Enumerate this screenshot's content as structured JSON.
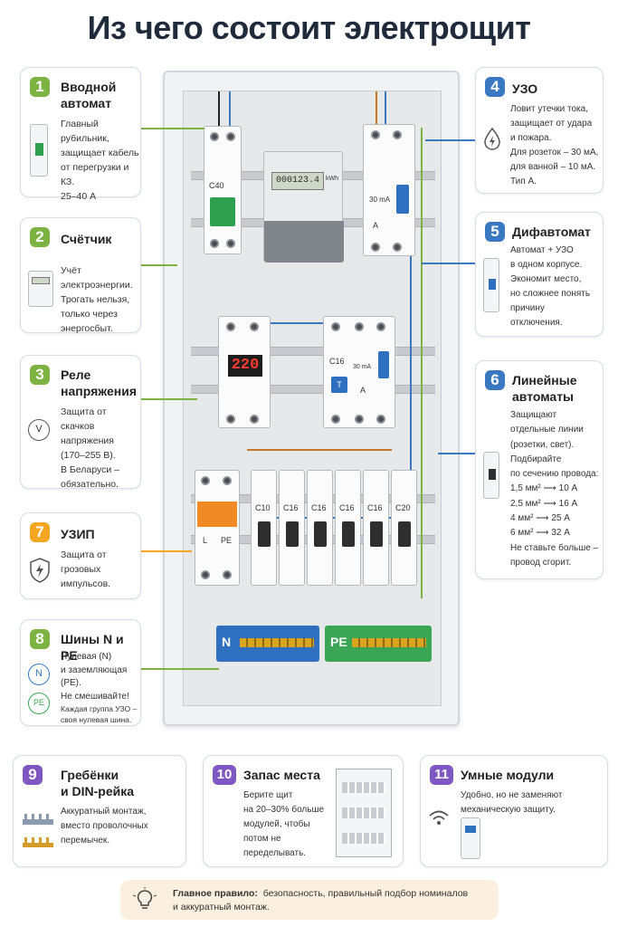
{
  "title": "Из чего состоит электрощит",
  "colors": {
    "green": "#7cb342",
    "orange": "#f5a623",
    "blue": "#3a78c2",
    "purple": "#7e57c2"
  },
  "cards": [
    {
      "num": "1",
      "title_lines": [
        "Вводной",
        "автомат"
      ],
      "desc_lines": [
        "Главный рубильник,",
        "защищает кабель",
        "от перегрузки и КЗ.",
        "25–40 А"
      ]
    },
    {
      "num": "2",
      "title_lines": [
        "Счётчик"
      ],
      "desc_lines": [
        "Учёт",
        "электроэнергии.",
        "Трогать нельзя,",
        "только через",
        "энергосбыт."
      ]
    },
    {
      "num": "3",
      "title_lines": [
        "Реле",
        "напряжения"
      ],
      "desc_lines": [
        "Защита от скачков",
        "напряжения",
        "(170–255 В).",
        "В Беларуси –",
        "обязательно."
      ]
    },
    {
      "num": "4",
      "title_lines": [
        "УЗО"
      ],
      "desc_lines": [
        "Ловит утечки тока,",
        "защищает от удара",
        "и пожара.",
        "Для розеток – 30 мА,",
        "для ванной – 10 мА.",
        "Тип А."
      ]
    },
    {
      "num": "5",
      "title_lines": [
        "Дифавтомат"
      ],
      "desc_lines": [
        "Автомат + УЗО",
        "в одном корпусе.",
        "Экономит место,",
        "но сложнее понять",
        "причину",
        "отключения."
      ]
    },
    {
      "num": "6",
      "title_lines": [
        "Линейные",
        "автоматы"
      ],
      "desc_lines": [
        "Защищают",
        "отдельные линии",
        "(розетки, свет).",
        "Подбирайте",
        "по сечению провода:",
        "1,5 мм² ⟶ 10 А",
        "2,5 мм² ⟶ 16 А",
        "4 мм² ⟶ 25 А",
        "6 мм² ⟶ 32 А",
        "Не ставьте больше –",
        "провод сгорит."
      ]
    },
    {
      "num": "7",
      "title_lines": [
        "УЗИП"
      ],
      "desc_lines": [
        "Защита от",
        "грозовых",
        "импульсов."
      ]
    },
    {
      "num": "8",
      "title_lines": [
        "Шины N и PE"
      ],
      "desc_lines": [
        "Нулевая (N)",
        "и заземляющая",
        "(PE).",
        "Не смешивайте!",
        "Каждая группа УЗО –",
        "своя нулевая шина."
      ],
      "badges": [
        "N",
        "PE"
      ]
    },
    {
      "num": "9",
      "title_lines": [
        "Гребёнки",
        "и DIN-рейка"
      ],
      "desc_lines": [
        "Аккуратный монтаж,",
        "вместо проволочных",
        "перемычек."
      ]
    },
    {
      "num": "10",
      "title_lines": [
        "Запас места"
      ],
      "desc_lines": [
        "Берите щит",
        "на 20–30% больше",
        "модулей, чтобы",
        "потом не",
        "переделывать."
      ]
    },
    {
      "num": "11",
      "title_lines": [
        "Умные модули"
      ],
      "desc_lines": [
        "Удобно, но не заменяют",
        "механическую защиту."
      ]
    }
  ],
  "panel": {
    "main_breaker": "C40",
    "meter_reading": "000123.4",
    "meter_unit": "kWh",
    "rcd_label": "30 mA",
    "rcd_a": "A",
    "relay_display": "220",
    "rcbo_rating": "C16",
    "rcbo_ma": "30 mA",
    "rcbo_a": "A",
    "rcbo_t": "T",
    "spd_l": "L",
    "spd_pe": "PE",
    "breakers": [
      "C10",
      "C16",
      "C16",
      "C16",
      "C16",
      "C20"
    ],
    "bus_n": "N",
    "bus_pe": "PE"
  },
  "note": {
    "bold": "Главное правило:",
    "text_line1": "безопасность, правильный подбор номиналов",
    "text_line2": "и аккуратный монтаж."
  }
}
